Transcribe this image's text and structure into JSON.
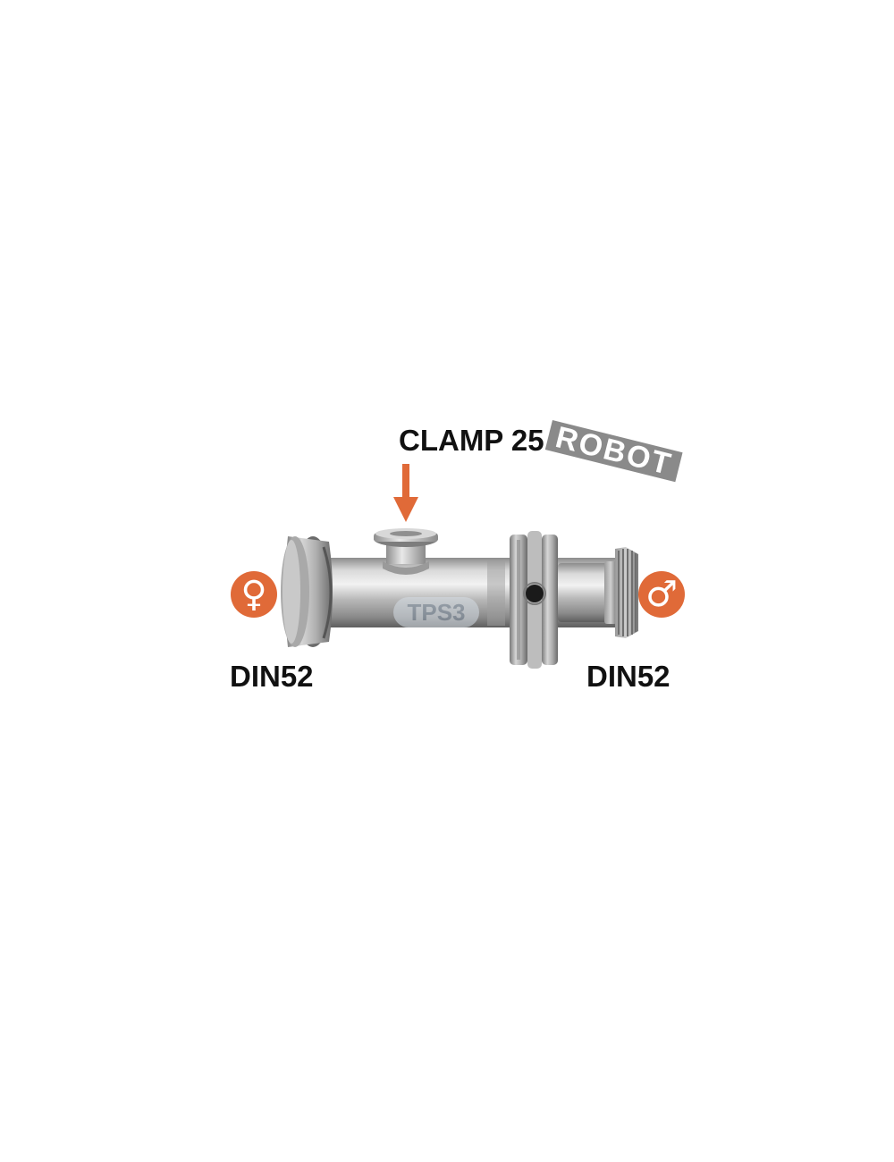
{
  "labels": {
    "top_connection": "CLAMP 25",
    "left_connection": "DIN52",
    "right_connection": "DIN52"
  },
  "brand_tag": {
    "text": "ROBOT",
    "color": "#8a8a8a"
  },
  "watermark": {
    "text": "TPS3"
  },
  "icons": {
    "left": "female-symbol-icon",
    "right": "male-symbol-icon",
    "pointer": "arrow-down-icon"
  },
  "colors": {
    "accent": "#e06a38",
    "steel_light": "#e4e4e4",
    "steel_mid": "#b5b5b5",
    "steel_dark": "#6e6e6e",
    "text": "#111111"
  }
}
